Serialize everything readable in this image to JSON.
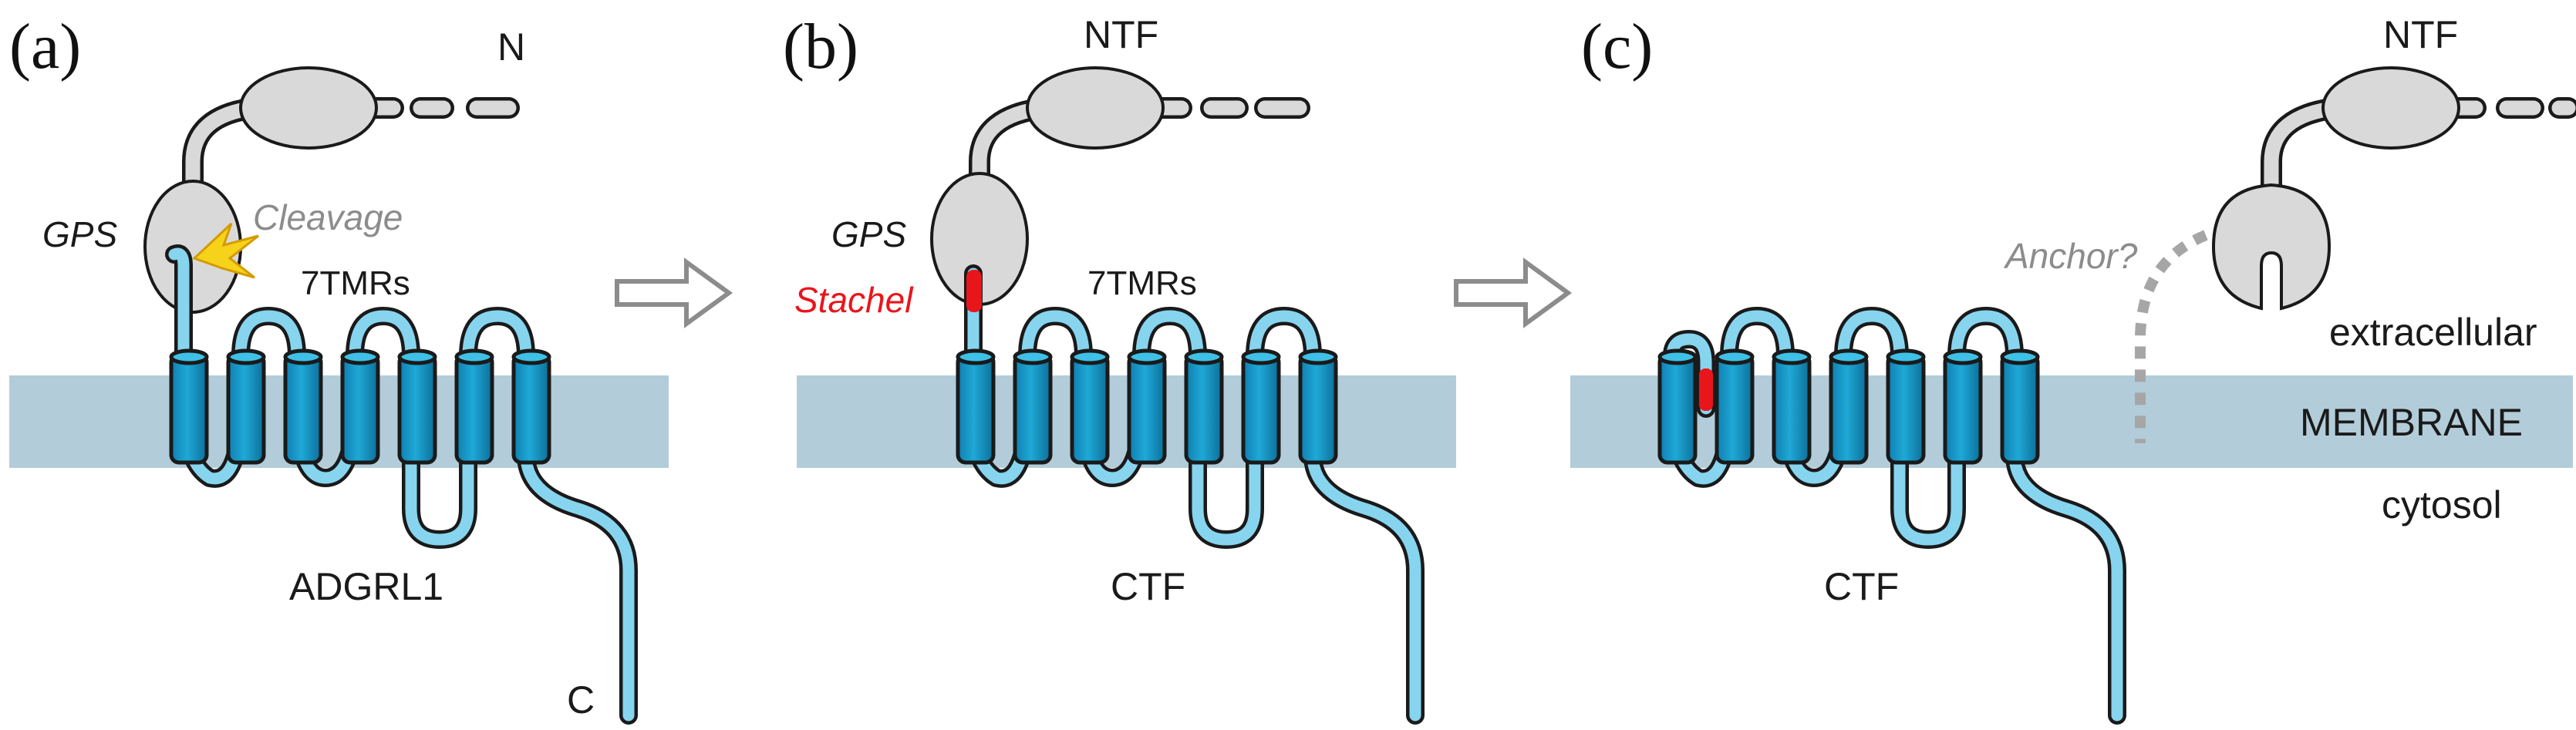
{
  "panels": [
    {
      "letter": "(a)",
      "top_label": "N",
      "gps_label": "GPS",
      "cleavage_label": "Cleavage",
      "tm_label": "7TMRs",
      "name_label": "ADGRL1",
      "c_label": "C"
    },
    {
      "letter": "(b)",
      "top_label": "NTF",
      "gps_label": "GPS",
      "stachel_label": "Stachel",
      "tm_label": "7TMRs",
      "name_label": "CTF"
    },
    {
      "letter": "(c)",
      "top_label": "NTF",
      "anchor_label": "Anchor?",
      "name_label": "CTF",
      "compartments": {
        "extracellular": "extracellular",
        "membrane": "MEMBRANE",
        "cytosol": "cytosol"
      }
    }
  ],
  "colors": {
    "membrane": "#b2cdd9",
    "helix": "#1fa8d6",
    "loop": "#87d4ef",
    "ecd": "#d9d9d9",
    "stachel": "#e8161b",
    "arrow": "#8c8c8c",
    "cleavage": "#f7d21a",
    "grey_text": "#8c8c8c"
  }
}
